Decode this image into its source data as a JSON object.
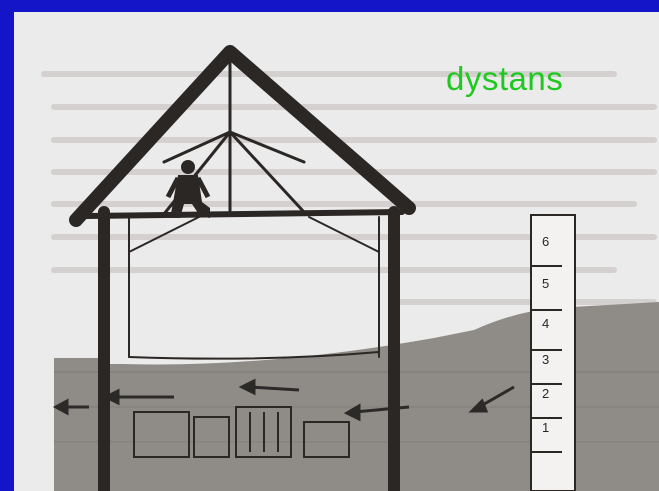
{
  "slide": {
    "label": "dystans",
    "label_color": "#1ec81e",
    "background_color": "#1414c8"
  },
  "figure": {
    "description_icon": "house-on-flooded-ground-illustration",
    "depth_gauge": {
      "ticks": [
        "1",
        "2",
        "3",
        "4",
        "5",
        "6"
      ]
    }
  }
}
